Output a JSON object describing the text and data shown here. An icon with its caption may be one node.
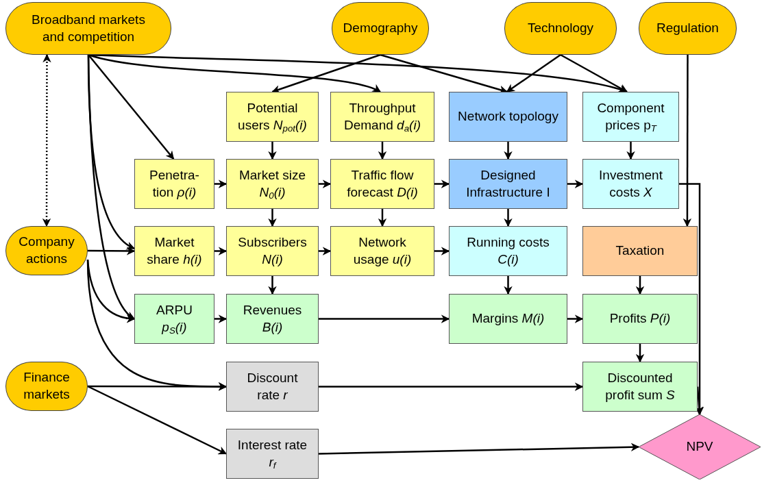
{
  "diagram": {
    "nodes": [
      {
        "text": [
          "Broadband markets and competition"
        ]
      },
      {
        "text": [
          "Demography"
        ]
      },
      {
        "text": [
          "Technology"
        ]
      },
      {
        "text": [
          "Regulation"
        ]
      },
      {
        "text": [
          "Company actions"
        ]
      },
      {
        "text": [
          "Finance markets"
        ]
      },
      {
        "text": [
          "Potential users *N*$_{pot}$*(i)*"
        ]
      },
      {
        "text": [
          "Throughput Demand *d*$_{a}$*(i)*"
        ]
      },
      {
        "text": [
          "Network topology"
        ]
      },
      {
        "text": [
          "Component prices p$_{T}$"
        ]
      },
      {
        "text": [
          "Penetra- tion *ρ(i)*"
        ]
      },
      {
        "text": [
          "Market size *N*$_{0}$*(i)*"
        ]
      },
      {
        "text": [
          "Traffic flow forecast *D(i)*"
        ]
      },
      {
        "text": [
          "Designed Infrastructure I"
        ]
      },
      {
        "text": [
          "Investment costs *X*"
        ]
      },
      {
        "text": [
          "Market share *h(i)*"
        ]
      },
      {
        "text": [
          "Subscribers *N(i)*"
        ]
      },
      {
        "text": [
          "Network usage *u(i)*"
        ]
      },
      {
        "text": [
          "Running costs *C(i)*"
        ]
      },
      {
        "text": [
          "Taxation"
        ]
      },
      {
        "text": [
          "ARPU *p*$_{S}$*(i)*"
        ]
      },
      {
        "text": [
          "Revenues *B(i)*"
        ]
      },
      {
        "text": [
          "Margins *M(i)*"
        ]
      },
      {
        "text": [
          "Profits *P(i)*"
        ]
      },
      {
        "text": [
          "Discount rate *r*"
        ]
      },
      {
        "text": [
          "Discounted profit sum *S*"
        ]
      },
      {
        "text": [
          "Interest rate *r*$_{f}$"
        ]
      },
      {
        "text": [
          "NPV"
        ]
      }
    ],
    "edges": [
      {
        "from": 0,
        "to": 4,
        "arrow": "both",
        "style": "dashed"
      },
      {
        "from": 0,
        "to": 10,
        "arrow": "to"
      },
      {
        "from": 0,
        "to": 15,
        "arrow": "to"
      },
      {
        "from": 0,
        "to": 20,
        "arrow": "to"
      },
      {
        "from": 0,
        "to": 7,
        "arrow": "to"
      },
      {
        "from": 0,
        "to": 9,
        "arrow": "to"
      },
      {
        "from": 1,
        "to": 6,
        "arrow": "to"
      },
      {
        "from": 1,
        "to": 8,
        "arrow": "to"
      },
      {
        "from": 2,
        "to": 8,
        "arrow": "to"
      },
      {
        "from": 2,
        "to": 9,
        "arrow": "to"
      },
      {
        "from": 3,
        "to": 19,
        "arrow": "to"
      },
      {
        "from": 4,
        "to": 15,
        "arrow": "to"
      },
      {
        "from": 4,
        "to": 20,
        "arrow": "to"
      },
      {
        "from": 4,
        "to": 24,
        "arrow": "to"
      },
      {
        "from": 5,
        "to": 24,
        "arrow": "to"
      },
      {
        "from": 5,
        "to": 26,
        "arrow": "to"
      },
      {
        "from": 6,
        "to": 11,
        "arrow": "to"
      },
      {
        "from": 7,
        "to": 12,
        "arrow": "to"
      },
      {
        "from": 8,
        "to": 13,
        "arrow": "to"
      },
      {
        "from": 9,
        "to": 14,
        "arrow": "to"
      },
      {
        "from": 10,
        "to": 11,
        "arrow": "to"
      },
      {
        "from": 11,
        "to": 12,
        "arrow": "to"
      },
      {
        "from": 11,
        "to": 16,
        "arrow": "to"
      },
      {
        "from": 12,
        "to": 13,
        "arrow": "to"
      },
      {
        "from": 12,
        "to": 17,
        "arrow": "to"
      },
      {
        "from": 13,
        "to": 14,
        "arrow": "to"
      },
      {
        "from": 13,
        "to": 18,
        "arrow": "to"
      },
      {
        "from": 14,
        "to": 27,
        "arrow": "to"
      },
      {
        "from": 15,
        "to": 16,
        "arrow": "to"
      },
      {
        "from": 16,
        "to": 17,
        "arrow": "to"
      },
      {
        "from": 16,
        "to": 21,
        "arrow": "to"
      },
      {
        "from": 17,
        "to": 18,
        "arrow": "to"
      },
      {
        "from": 18,
        "to": 22,
        "arrow": "to"
      },
      {
        "from": 19,
        "to": 23,
        "arrow": "to"
      },
      {
        "from": 20,
        "to": 21,
        "arrow": "to"
      },
      {
        "from": 21,
        "to": 22,
        "arrow": "to"
      },
      {
        "from": 22,
        "to": 23,
        "arrow": "to"
      },
      {
        "from": 23,
        "to": 25,
        "arrow": "to"
      },
      {
        "from": 24,
        "to": 25,
        "arrow": "to"
      },
      {
        "from": 25,
        "to": 27,
        "arrow": "to"
      },
      {
        "from": 26,
        "to": 27,
        "arrow": "to"
      }
    ]
  }
}
